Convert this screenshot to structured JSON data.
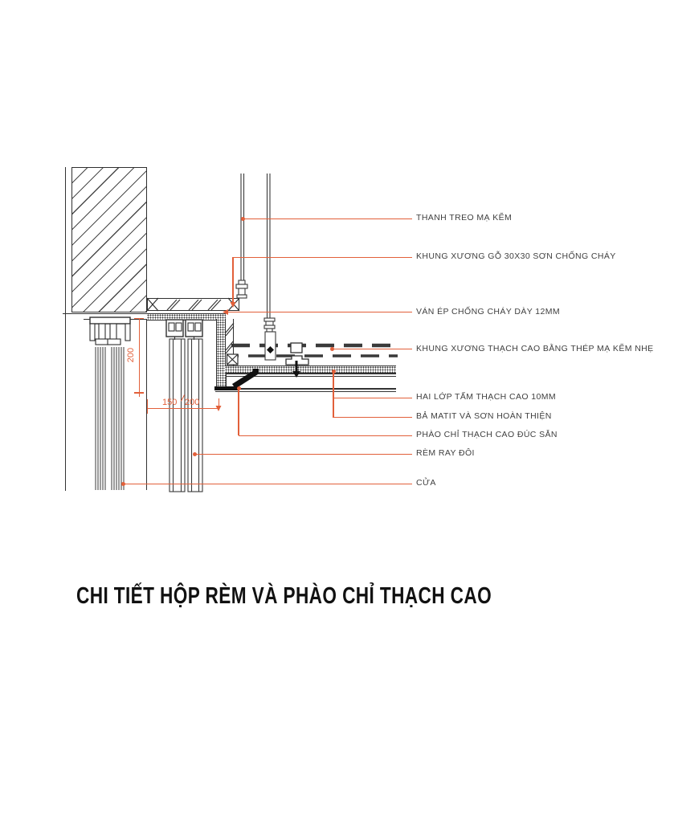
{
  "drawing": {
    "labels": [
      "THANH TREO MẠ KẼM",
      "KHUNG XƯƠNG GỖ 30X30  SƠN CHỐNG CHÁY",
      "VÁN ÉP CHỐNG CHÁY DÀY 12MM",
      "KHUNG XƯƠNG THẠCH CAO BẰNG THÉP MẠ KẼM NHẸ",
      "HAI LỚP TẤM THẠCH CAO 10MM",
      "BẢ MATIT VÀ SƠN HOÀN THIỆN",
      "PHÀO CHỈ THẠCH CAO ĐÚC SẴN",
      "RÈM RAY ĐÔI",
      "CỬA"
    ],
    "dimensions": {
      "vertical": "200",
      "horizontal_left": "150",
      "horizontal_right": "200"
    },
    "title": "CHI TIẾT HỘP RÈM VÀ PHÀO CHỈ THẠCH CAO",
    "colors": {
      "leader": "#e2603a",
      "linework": "#2f2f2f",
      "label_text": "#3f3f3f",
      "title_text": "#111111",
      "background": "#ffffff"
    }
  }
}
